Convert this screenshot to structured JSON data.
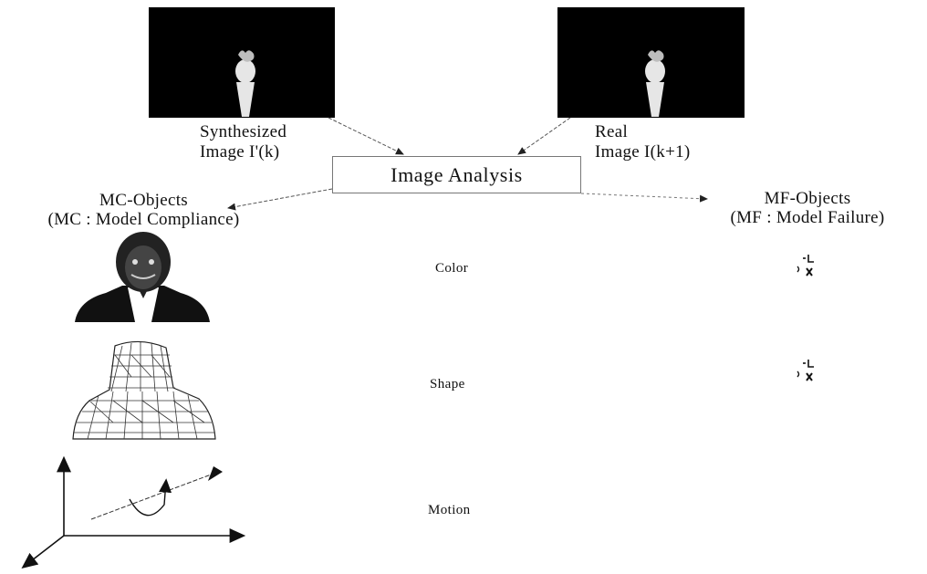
{
  "synth_caption": {
    "line1": "Synthesized",
    "line2": "Image I'(k)"
  },
  "real_caption": {
    "line1": "Real",
    "line2": "Image I(k+1)"
  },
  "analysis_box": "Image Analysis",
  "mc_heading": {
    "line1": "MC-Objects",
    "line2": "(MC : Model Compliance)"
  },
  "mf_heading": {
    "line1": "MF-Objects",
    "line2": "(MF : Model Failure)"
  },
  "attributes": {
    "color": "Color",
    "shape": "Shape",
    "motion": "Motion"
  },
  "colors": {
    "frame": "#000000",
    "line": "#222222",
    "text": "#111111"
  }
}
